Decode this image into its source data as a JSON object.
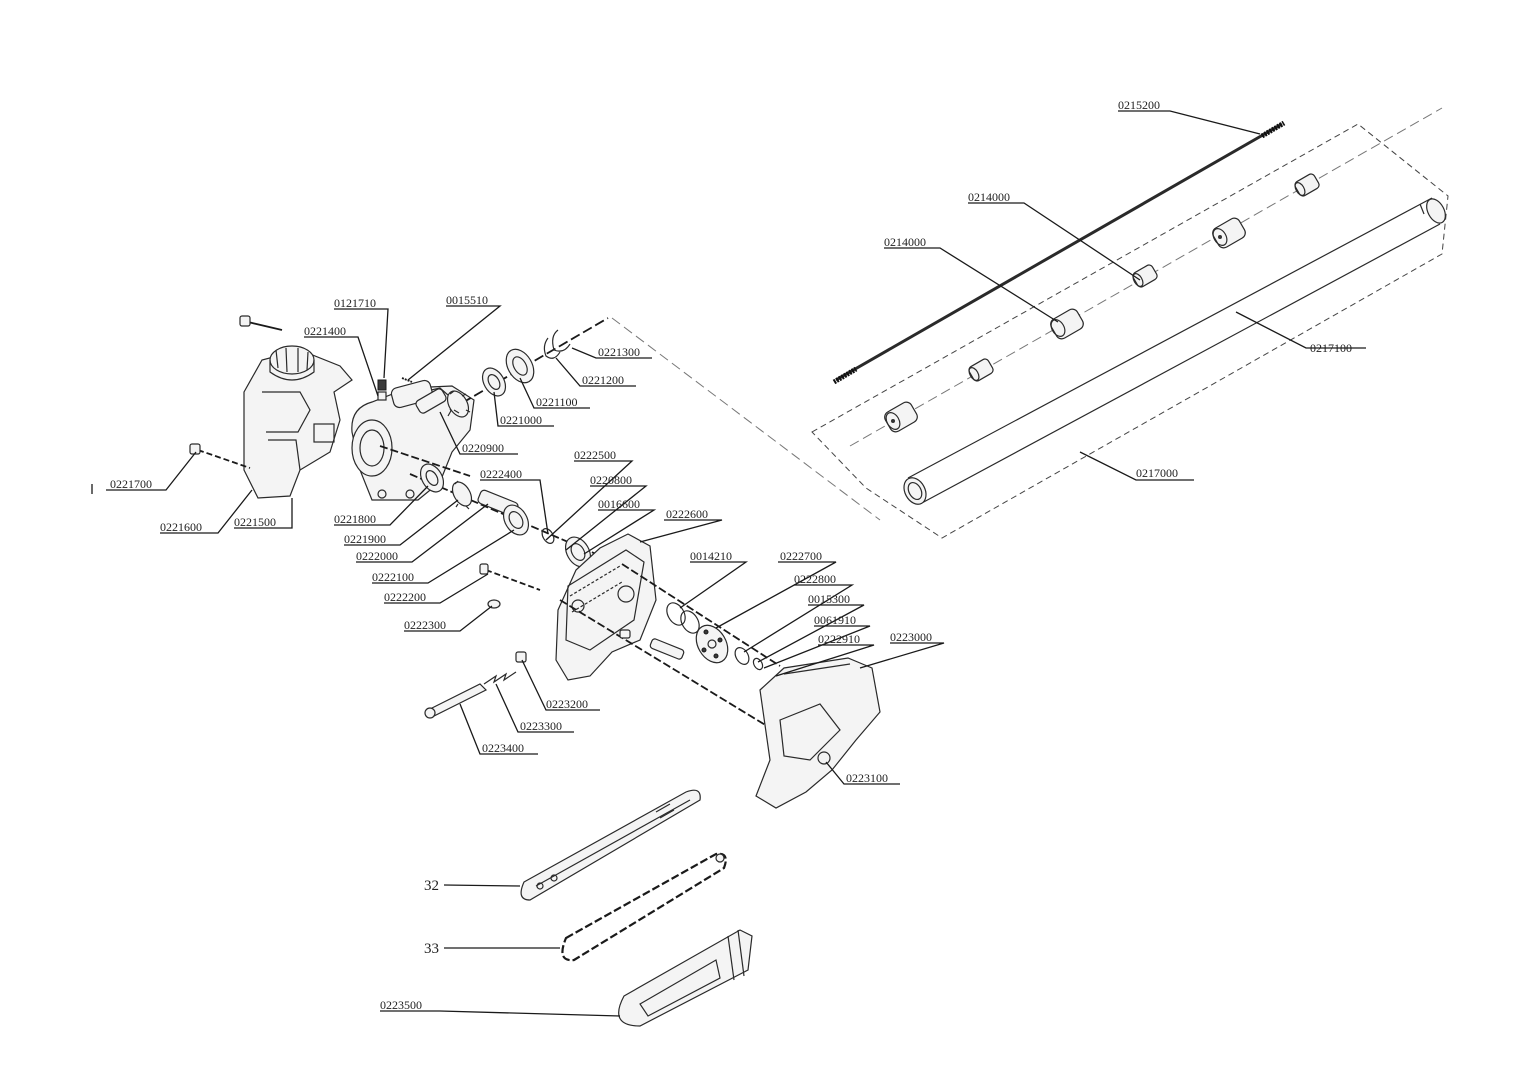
{
  "labels": [
    {
      "id": "p0215200",
      "text": "0215200"
    },
    {
      "id": "p0214000a",
      "text": "0214000"
    },
    {
      "id": "p0214000b",
      "text": "0214000"
    },
    {
      "id": "p0217100",
      "text": "0217100"
    },
    {
      "id": "p0217000",
      "text": "0217000"
    },
    {
      "id": "p0121710",
      "text": "0121710"
    },
    {
      "id": "p0015510",
      "text": "0015510"
    },
    {
      "id": "p0221400",
      "text": "0221400"
    },
    {
      "id": "p0221300",
      "text": "0221300"
    },
    {
      "id": "p0221200",
      "text": "0221200"
    },
    {
      "id": "p0221100",
      "text": "0221100"
    },
    {
      "id": "p0221000",
      "text": "0221000"
    },
    {
      "id": "p0220900",
      "text": "0220900"
    },
    {
      "id": "p0221700",
      "text": "0221700"
    },
    {
      "id": "p0221600",
      "text": "0221600"
    },
    {
      "id": "p0221500",
      "text": "0221500"
    },
    {
      "id": "p0221800",
      "text": "0221800"
    },
    {
      "id": "p0221900",
      "text": "0221900"
    },
    {
      "id": "p0222000",
      "text": "0222000"
    },
    {
      "id": "p0222100",
      "text": "0222100"
    },
    {
      "id": "p0222200",
      "text": "0222200"
    },
    {
      "id": "p0222300",
      "text": "0222300"
    },
    {
      "id": "p0222400",
      "text": "0222400"
    },
    {
      "id": "p0222500",
      "text": "0222500"
    },
    {
      "id": "p0220800",
      "text": "0220800"
    },
    {
      "id": "p0016600",
      "text": "0016600"
    },
    {
      "id": "p0222600",
      "text": "0222600"
    },
    {
      "id": "p0014210",
      "text": "0014210"
    },
    {
      "id": "p0222700",
      "text": "0222700"
    },
    {
      "id": "p0222800",
      "text": "0222800"
    },
    {
      "id": "p0015300",
      "text": "0015300"
    },
    {
      "id": "p0061910",
      "text": "0061910"
    },
    {
      "id": "p0222910",
      "text": "0222910"
    },
    {
      "id": "p0223000",
      "text": "0223000"
    },
    {
      "id": "p0223200",
      "text": "0223200"
    },
    {
      "id": "p0223300",
      "text": "0223300"
    },
    {
      "id": "p0223400",
      "text": "0223400"
    },
    {
      "id": "p0223100",
      "text": "0223100"
    },
    {
      "id": "p32",
      "text": "32"
    },
    {
      "id": "p33",
      "text": "33"
    },
    {
      "id": "p0223500",
      "text": "0223500"
    }
  ]
}
